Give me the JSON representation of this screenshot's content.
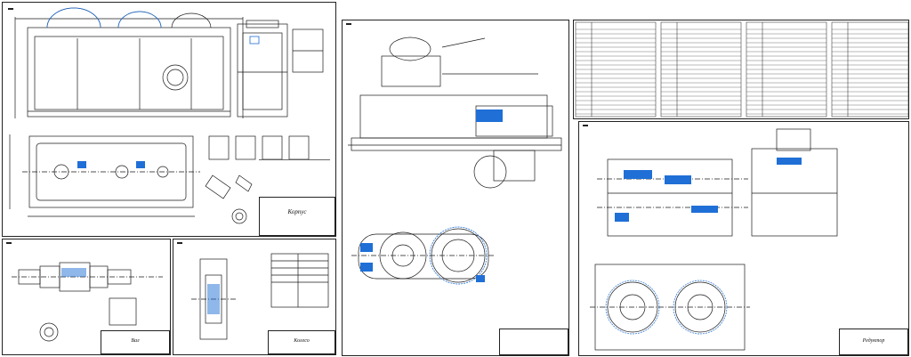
{
  "sheets": {
    "housing": {
      "stamp_title": "Корпус",
      "corner_label": "",
      "doc_code": ""
    },
    "shaft": {
      "stamp_title": "Вал",
      "corner_label": ""
    },
    "wheel": {
      "stamp_title": "Колесо",
      "corner_label": ""
    },
    "general": {
      "stamp_title": "",
      "corner_label": ""
    },
    "spec": {
      "stamp_title": ""
    },
    "reducer": {
      "stamp_title": "Редуктор",
      "corner_label": ""
    }
  },
  "colors": {
    "line": "#1a1a1a",
    "highlight": "#1f6fd6",
    "paper": "#ffffff"
  }
}
